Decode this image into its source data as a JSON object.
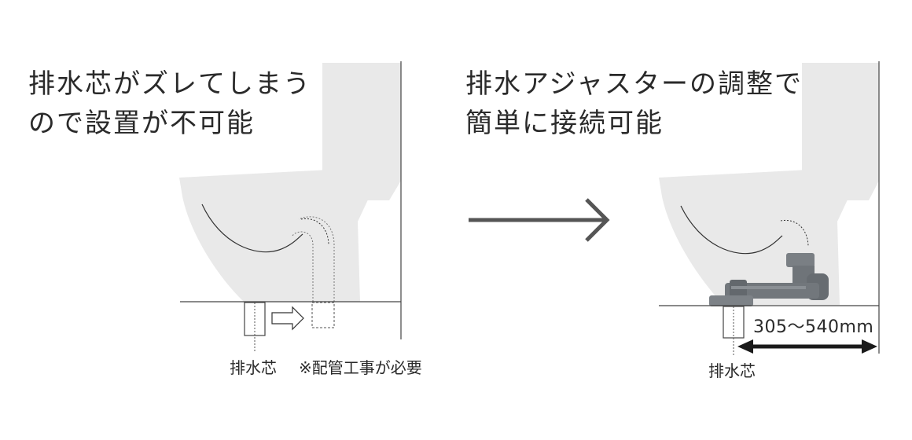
{
  "left_panel": {
    "heading_line1": "排水芯がズレてしまう",
    "heading_line2": "ので設置が不可能",
    "drain_label": "排水芯",
    "note": "※配管工事が必要"
  },
  "right_panel": {
    "heading_line1": "排水アジャスターの調整で",
    "heading_line2": "簡単に接続可能",
    "drain_label": "排水芯",
    "range_label": "305〜540mm"
  },
  "colors": {
    "toilet": "#e8e8e8",
    "line": "#333333",
    "arrow": "#555555",
    "pipe": "#6e7378"
  },
  "icons": [
    "right-arrow-icon",
    "small-outline-arrow-icon",
    "double-headed-arrow-icon"
  ]
}
